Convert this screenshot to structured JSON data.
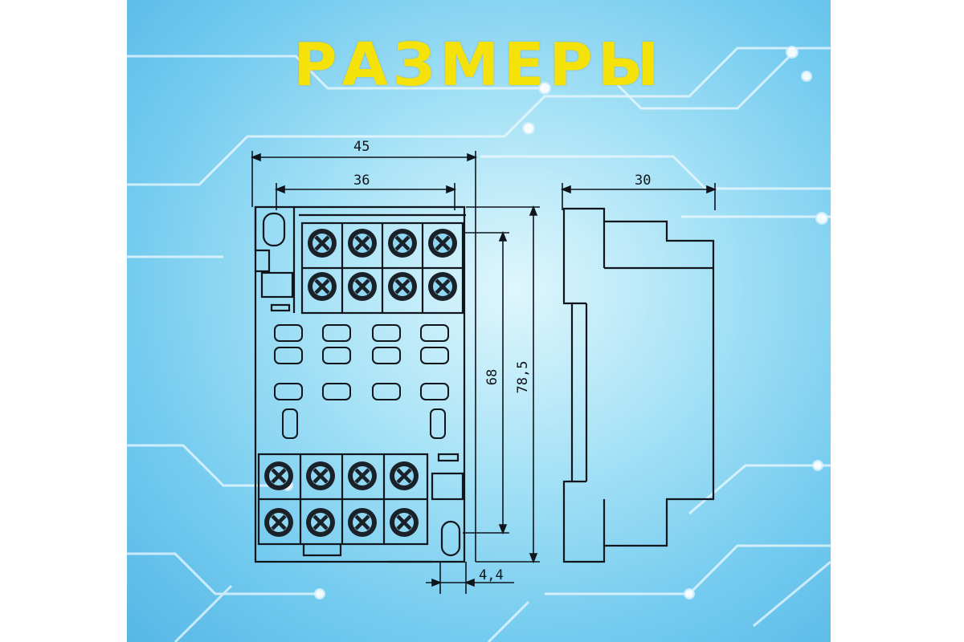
{
  "title": "РАЗМЕРЫ",
  "dimensions": {
    "width_overall": "45",
    "width_terminals": "36",
    "depth": "30",
    "height_inner": "68",
    "height_overall": "78,5",
    "hole_offset": "4,4"
  },
  "colors": {
    "title": "#f5e20a",
    "line": "#10151c",
    "background": "#7fd0f0",
    "circuit": "#eaf8ff"
  }
}
